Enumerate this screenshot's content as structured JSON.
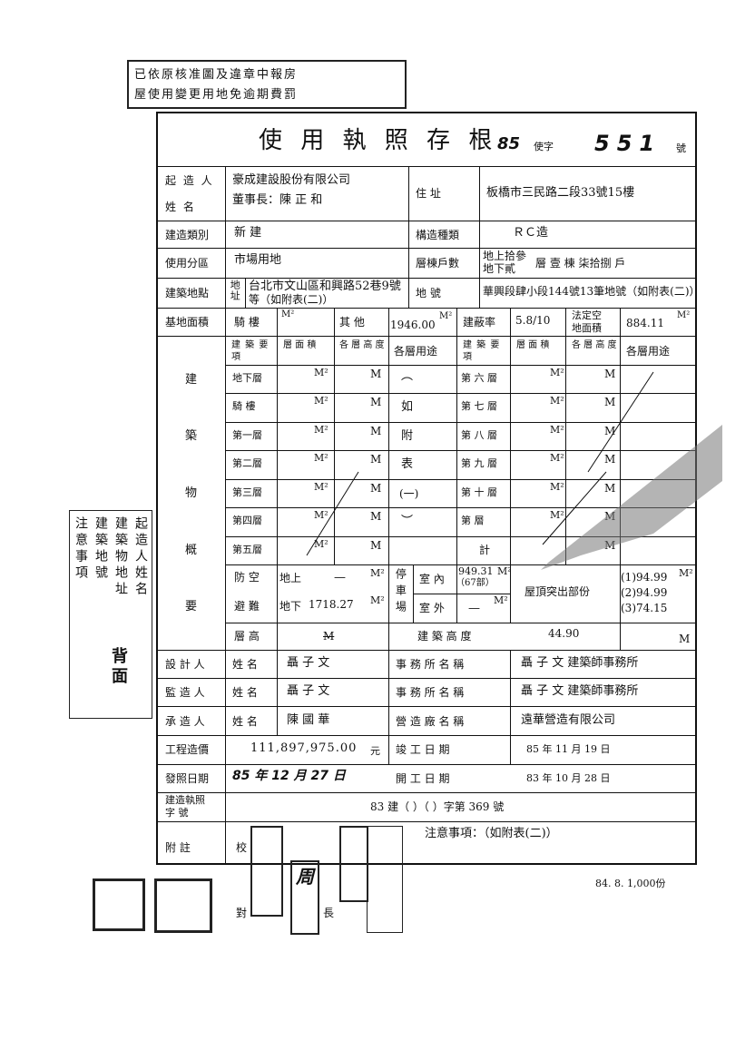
{
  "top_stamp": {
    "line1": "已依原核准圖及違章中報房",
    "line2": "屋使用變更用地免逾期費罰"
  },
  "title": "使 用 執 照 存 根",
  "permit": {
    "year": "85",
    "word": "使字",
    "number": "551",
    "suffix": "號"
  },
  "builder": {
    "label1": "起 造 人",
    "label2": "姓  名",
    "company": "豪成建設股份有限公司",
    "chairman": "董事長：陳   正   和",
    "address_label": "住    址",
    "address": "板橋市三民路二段33號15樓"
  },
  "construction_type": {
    "label": "建造類別",
    "value": "新     建",
    "struct_label": "構造種類",
    "struct_value": "ＲＣ造"
  },
  "zoning": {
    "label": "使用分區",
    "value": "市場用地",
    "floors_label": "層棟戶數",
    "floors_above": "地上拾參",
    "floors_below": "地下貳",
    "floors_rest": "層   壹     棟  柒拾捌  戶"
  },
  "site": {
    "label": "建築地點",
    "address_label": "地址",
    "address": "台北市文山區和興路52巷9號",
    "address2": "等（如附表(二)）",
    "lot_label": "地    號",
    "lot": "華興段肆小段144號13筆地號（如附表(二)）"
  },
  "site_area": {
    "label": "基地面積",
    "arcade": "騎    樓",
    "unit_m2": "M²",
    "other": "其    他",
    "other_value": "1946.00",
    "ratio_label": "建蔽率",
    "ratio": "5.8/10",
    "legal_label1": "法定空",
    "legal_label2": "地面積",
    "legal_value": "884.11"
  },
  "bldg_header": {
    "item": "建 築 要 項",
    "area": "層  面  積",
    "height": "各 層 高 度",
    "use": "各層用途"
  },
  "bldg_side": [
    "建",
    "築",
    "物",
    "概",
    "要"
  ],
  "floors_left": [
    "地下層",
    "騎  樓",
    "第一層",
    "第二層",
    "第三層",
    "第四層",
    "第五層"
  ],
  "floors_right": [
    "第 六 層",
    "第 七 層",
    "第 八 層",
    "第 九 層",
    "第 十 層",
    "第      層",
    "計"
  ],
  "use_note": [
    "︵",
    "如",
    "附",
    "表",
    "(一)",
    "︶"
  ],
  "unit_m": "M",
  "air_raid": {
    "label1": "防  空",
    "label2": "避  難",
    "above": "地上",
    "dash": "—",
    "below": "地下",
    "below_value": "1718.27"
  },
  "parking": {
    "label": "停車場",
    "indoor": "室 內",
    "indoor_value": "949.31",
    "indoor_count": "（67部）",
    "outdoor": "室 外",
    "outdoor_value": "—"
  },
  "roof": {
    "label": "屋頂突出部份",
    "v1": "(1)94.99",
    "v2": "(2)94.99",
    "v3": "(3)74.15"
  },
  "storey_height": {
    "label": "層  高",
    "value": "M",
    "bldg_height_label": "建  築  高  度",
    "bldg_height": "44.90"
  },
  "designer": {
    "label": "設 計 人",
    "name_label": "姓  名",
    "name": "聶    子    文",
    "office_label": "事 務 所 名 稱",
    "office": "聶  子  文   建築師事務所"
  },
  "supervisor": {
    "label": "監 造 人",
    "name_label": "姓  名",
    "name": "聶    子    文",
    "office_label": "事 務 所 名 稱",
    "office": "聶  子  文   建築師事務所"
  },
  "contractor": {
    "label": "承 造 人",
    "name_label": "姓  名",
    "name": "陳    國    華",
    "office_label": "營 造 廠 名 稱",
    "office": "遠華營造有限公司"
  },
  "cost": {
    "label": "工程造價",
    "value": "111,897,975.00",
    "unit": "元",
    "done_label": "竣    工    日    期",
    "done": "85     年     11     月     19     日"
  },
  "issue": {
    "label": "發照日期",
    "value": "85  年  12  月  27  日",
    "start_label": "開    工    日    期",
    "start": "83     年     10     月     28     日"
  },
  "build_permit": {
    "label1": "建造執照",
    "label2": "字    號",
    "value": "83     建（          ）（          ）字第    369     號"
  },
  "notes": {
    "label": "附    註",
    "text": "注意事項：（如附表(二)）",
    "check": "校",
    "pair": "對",
    "chief": "長",
    "stamp_char": "周"
  },
  "print_note": "84. 8. 1,000份",
  "side_note": {
    "col1": "起造人姓名",
    "col2": "建築物地址",
    "col3": "建築地號",
    "col4": "注意事項",
    "back": "背面"
  }
}
